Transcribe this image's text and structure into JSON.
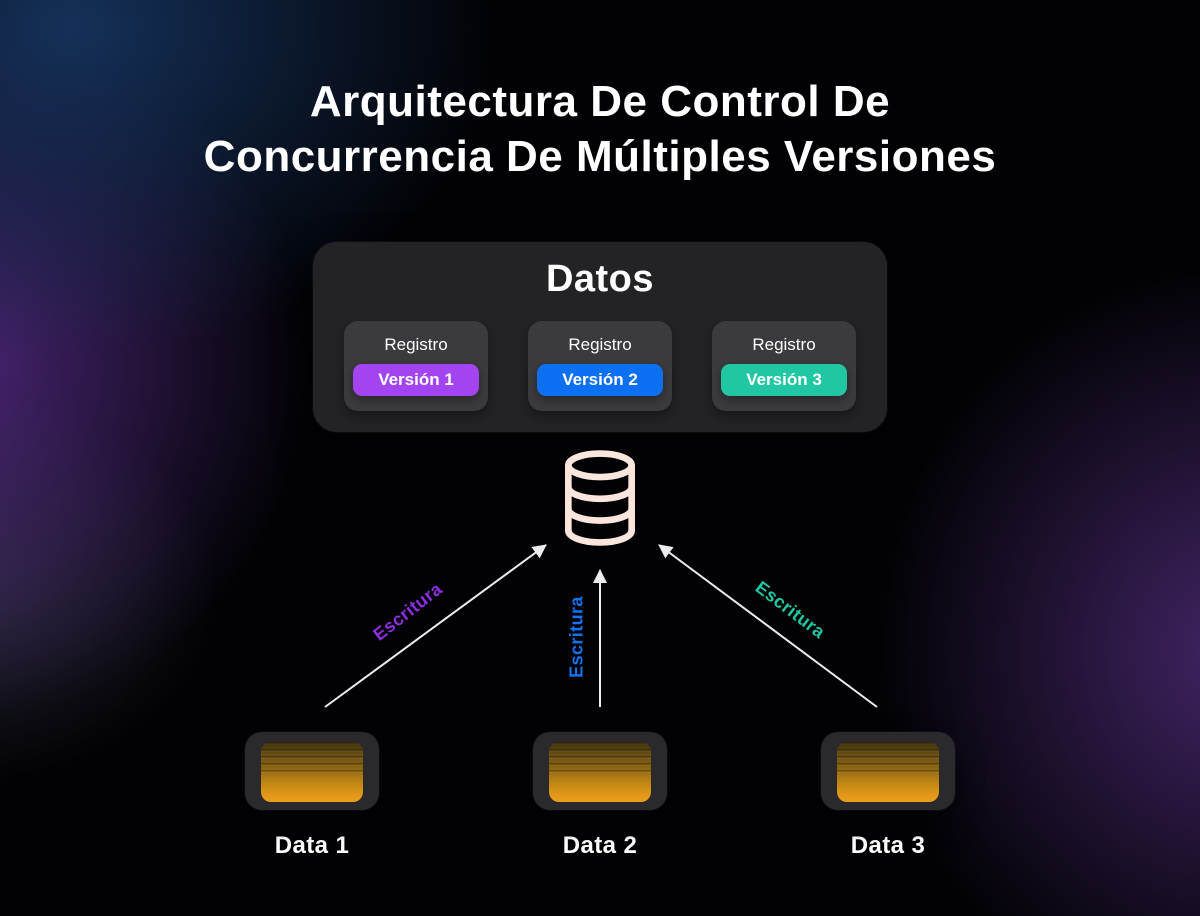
{
  "title": {
    "line1": "Arquitectura De Control De",
    "line2": "Concurrencia De Múltiples Versiones"
  },
  "datos_panel": {
    "title": "Datos",
    "records": [
      {
        "label": "Registro",
        "version": "Versión 1",
        "color": "#a444f1"
      },
      {
        "label": "Registro",
        "version": "Versión 2",
        "color": "#0d6ff2"
      },
      {
        "label": "Registro",
        "version": "Versión 3",
        "color": "#20c7a2"
      }
    ]
  },
  "database": {
    "icon": "database-icon",
    "stroke_color": "#fbe5dc"
  },
  "writes": [
    {
      "label": "Escritura",
      "color": "#8c2ee2"
    },
    {
      "label": "Escritura",
      "color": "#1272f3"
    },
    {
      "label": "Escritura",
      "color": "#20c7a2"
    }
  ],
  "data_nodes": [
    {
      "label": "Data 1"
    },
    {
      "label": "Data 2"
    },
    {
      "label": "Data 3"
    }
  ],
  "colors": {
    "background_base": "#020205",
    "glow_top_left_blue": "#16335e",
    "glow_left_purple": "#582d8c",
    "glow_right_purple": "#4d2a76",
    "panel": "#232326",
    "card": "#3b3b3e",
    "node_shell": "#2a2a2d",
    "node_fill_orange": "#ec9f1c",
    "arrow": "#ededf0",
    "text": "#ffffff"
  }
}
